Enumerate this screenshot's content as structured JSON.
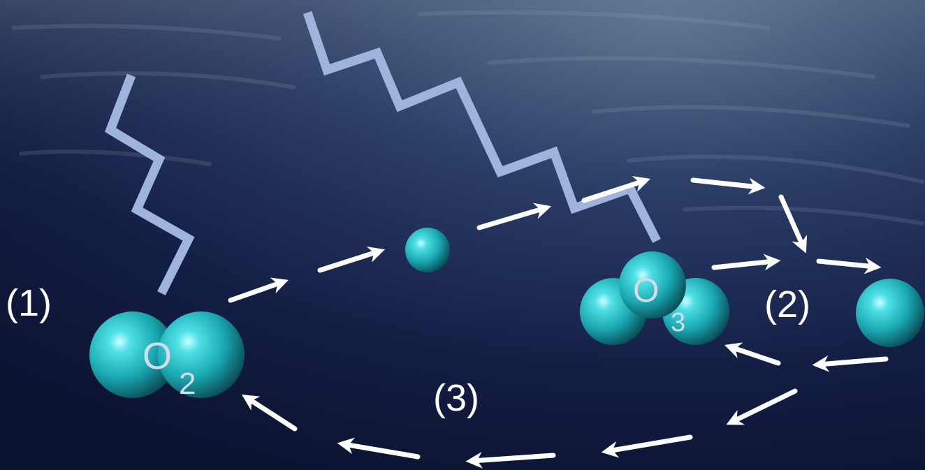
{
  "diagram": {
    "step_labels": [
      "(1)",
      "(2)",
      "(3)"
    ],
    "o2_molecule": {
      "element": "O",
      "subscript": "2"
    },
    "o3_molecule": {
      "element": "O",
      "subscript": "3"
    }
  },
  "colors": {
    "atom": "#1fb6bf",
    "photon": "#9fb4dc",
    "arrow": "#ffffff",
    "background": "#0f1733"
  },
  "icons": [
    "uv-photon-zigzag-icon",
    "arrow-icon",
    "oxygen-atom-icon"
  ]
}
